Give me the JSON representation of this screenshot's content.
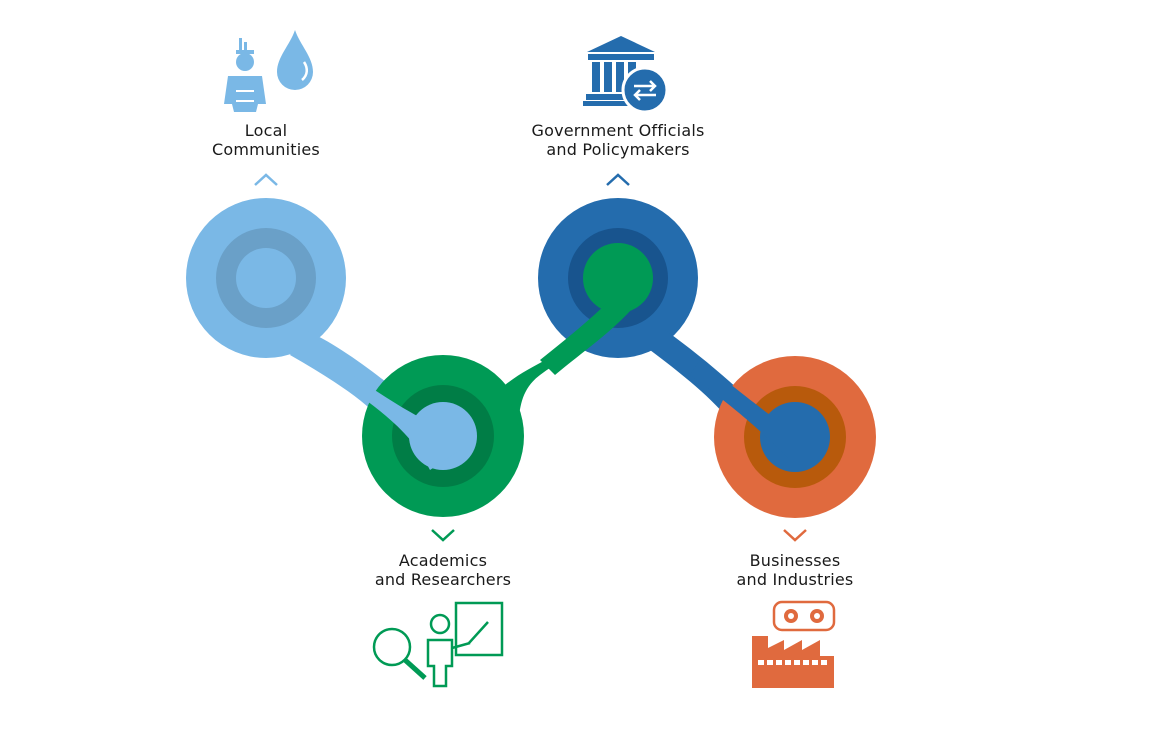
{
  "stakeholders": [
    {
      "id": "local",
      "lines": [
        "Local",
        "Communities"
      ],
      "color": "#7ab8e6",
      "ring": "#6aa0c8",
      "icon": "person-water-drop-icon"
    },
    {
      "id": "academics",
      "lines": [
        "Academics",
        "and Researchers"
      ],
      "color": "#009a55",
      "ring": "#007d46",
      "icon": "teacher-magnifier-icon"
    },
    {
      "id": "government",
      "lines": [
        "Government Officials",
        "and  Policymakers"
      ],
      "color": "#246cad",
      "ring": "#18548e",
      "icon": "government-building-exchange-icon"
    },
    {
      "id": "business",
      "lines": [
        "Businesses",
        "and Industries"
      ],
      "color": "#e06a3e",
      "ring": "#b85a0c",
      "icon": "factory-gears-icon"
    }
  ]
}
